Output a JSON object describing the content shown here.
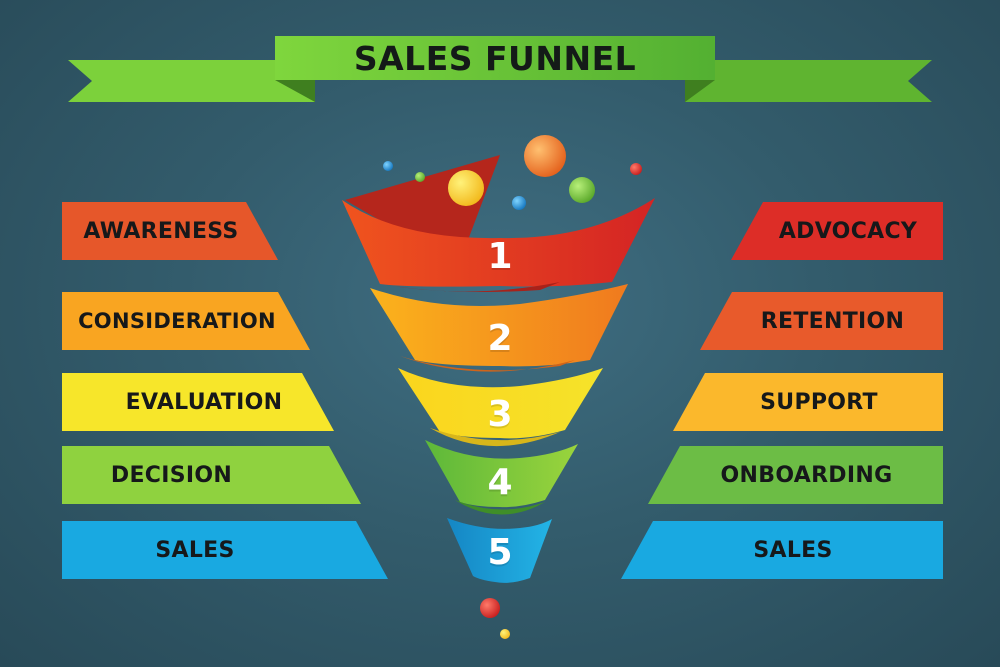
{
  "title": "SALES FUNNEL",
  "colors": {
    "banner": "#63c13a",
    "background": "#335c6c",
    "red": "#e33425",
    "orange": "#f7a21b",
    "yellow": "#fbe21d",
    "green": "#7ac943",
    "blue": "#1aa6dc"
  },
  "left_labels": [
    "AWARENESS",
    "CONSIDERATION",
    "EVALUATION",
    "DECISION",
    "SALES"
  ],
  "right_labels": [
    "ADVOCACY",
    "RETENTION",
    "SUPPORT",
    "ONBOARDING",
    "SALES"
  ],
  "funnel_steps": [
    "1",
    "2",
    "3",
    "4",
    "5"
  ]
}
